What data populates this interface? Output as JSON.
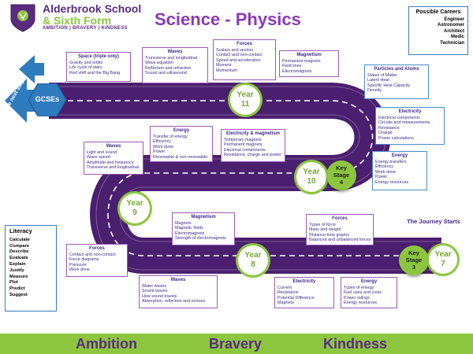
{
  "header": {
    "school_line1": "Alderbrook School",
    "school_line2": "& Sixth Form",
    "motto": "AMBITION | BRAVERY | KINDNESS",
    "title": "Science - Physics"
  },
  "careers": {
    "title": "Possible Careers",
    "items": [
      "Engineer",
      "Astronomer",
      "Architect",
      "Medic",
      "Technician"
    ]
  },
  "literacy": {
    "title": "Literacy",
    "items": [
      "Calculate",
      "Compare",
      "Describe",
      "Evaluate",
      "Explain",
      "Justify",
      "Measure",
      "Plot",
      "Predict",
      "Suggest"
    ]
  },
  "journey_label": "The Journey Starts",
  "markers": {
    "gcses": "GCSEs",
    "next_step": "The next step",
    "year11": "Year\n11",
    "year10": "Year\n10",
    "year9": "Year\n9",
    "year8": "Year\n8",
    "year7": "Year\n7",
    "ks4": "Key\nStage\n4",
    "ks3": "Key\nStage\n3"
  },
  "topics": {
    "space": {
      "title": "Space (triple only)",
      "items": [
        "Gravity and orbits",
        "Life cycle of stars",
        "Red shift and the Big Bang"
      ]
    },
    "waves11": {
      "title": "Waves",
      "items": [
        "Transverse and longitudinal",
        "Wave equation",
        "Reflection and refraction",
        "Sound and ultrasound"
      ]
    },
    "forces11": {
      "title": "Forces",
      "items": [
        "Scalars and vectors",
        "Contact and non-contact",
        "Speed and acceleration",
        "Moment",
        "Momentum"
      ]
    },
    "magnetism11": {
      "title": "Magnetism",
      "items": [
        "Permanent magnets",
        "Field lines",
        "Electromagnets"
      ]
    },
    "particles": {
      "title": "Particles and Atoms",
      "items": [
        "States of Matter",
        "Latent Heat",
        "Specific Heat Capacity",
        "Density"
      ]
    },
    "electricity10": {
      "title": "Electricity",
      "items": [
        "Electrical components",
        "Circuits and measurements",
        "Resistance",
        "Charge",
        "Power calculations"
      ]
    },
    "energy9": {
      "title": "Energy",
      "items": [
        "Transfer of energy",
        "Efficiency",
        "Work done",
        "Power",
        "Renewable & non-renewable"
      ]
    },
    "elecmag": {
      "title": "Electricity & magnetism",
      "items": [
        "Temporary magnets",
        "Permanent magnets",
        "Electrical components",
        "Resistance, charge and power"
      ]
    },
    "waves9": {
      "title": "Waves",
      "items": [
        "Light and sound",
        "Wave speed",
        "Amplitude and frequency",
        "Transverse and longitudinal"
      ]
    },
    "energy10": {
      "title": "Energy",
      "items": [
        "Energy transfers",
        "Efficiency",
        "Work done",
        "Power",
        "Energy resources"
      ]
    },
    "magnetism8": {
      "title": "Magnetism",
      "items": [
        "Magnets",
        "Magnetic fields",
        "Electromagnets",
        "Strength of electromagnets"
      ]
    },
    "forces7": {
      "title": "Forces",
      "items": [
        "Types of force",
        "Mass and weight",
        "Distance-time graphs",
        "Balanced and unbalanced forces"
      ]
    },
    "forces8": {
      "title": "Forces",
      "items": [
        "Contact and non-contact",
        "Force diagrams",
        "Pressure",
        "Work done"
      ]
    },
    "waves8": {
      "title": "Waves",
      "items": [
        "Water waves",
        "Sound waves",
        "How sound travels",
        "Absorption, reflection and echoes"
      ]
    },
    "electricity7": {
      "title": "Electricity",
      "items": [
        "Current",
        "Resistance",
        "Potential Difference",
        "Magnets"
      ]
    },
    "energy7": {
      "title": "Energy",
      "items": [
        "Types of energy",
        "Fuel uses and costs",
        "Power ratings",
        "Energy resources"
      ]
    }
  },
  "footer": {
    "ambition": "Ambition",
    "bravery": "Bravery",
    "kindness": "Kindness"
  }
}
